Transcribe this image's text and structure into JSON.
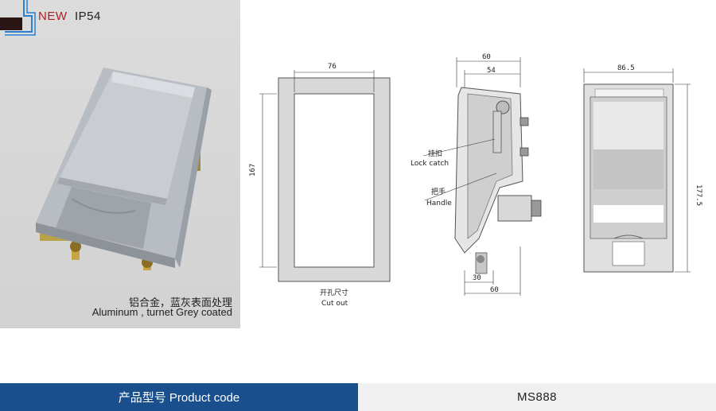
{
  "badges": {
    "new": "NEW",
    "rating": "IP54"
  },
  "caption": {
    "material_cn": "铝合金，蓝灰表面处理",
    "material_en": "Aluminum , turnet Grey coated"
  },
  "drawing": {
    "cutout": {
      "width": "76",
      "height": "167",
      "label_cn": "开孔尺寸",
      "label_en": "Cut out"
    },
    "side": {
      "top_total": "60",
      "top_inner": "54",
      "bottom_small": "30",
      "bottom_total": "60",
      "lock_catch_cn": "挂扣",
      "lock_catch_en": "Lock catch",
      "handle_cn": "把手",
      "handle_en": "Handle"
    },
    "front": {
      "width": "86.5",
      "height": "177.5"
    }
  },
  "footer": {
    "label": "产品型号  Product code",
    "value": "MS888"
  },
  "colors": {
    "brand_blue": "#1a4f8e",
    "accent_red": "#b01e23",
    "panel_grey": "#d6d6d6"
  }
}
